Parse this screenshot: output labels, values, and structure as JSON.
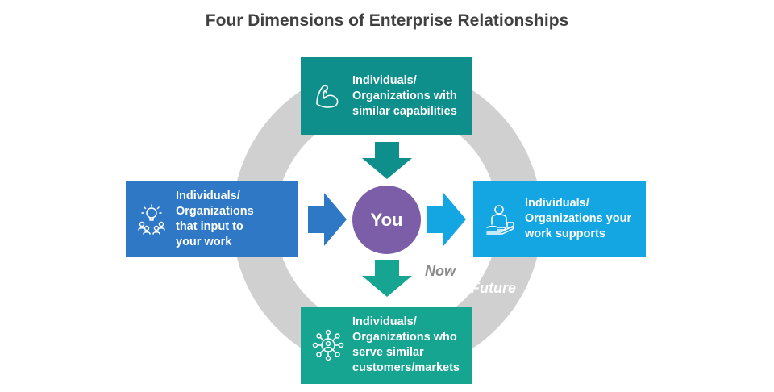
{
  "title": "Four Dimensions of Enterprise Relationships",
  "center": {
    "label": "You"
  },
  "ring_labels": {
    "inner": "Now",
    "outer": "Future"
  },
  "boxes": {
    "top": {
      "label": "Individuals/\nOrganizations with\nsimilar capabilities",
      "icon": "flexed-arm-icon",
      "color": "#0e8f8c"
    },
    "left": {
      "label": "Individuals/\nOrganizations\nthat input to\nyour work",
      "icon": "idea-team-icon",
      "color": "#2e78c5"
    },
    "right": {
      "label": "Individuals/\nOrganizations your\nwork supports",
      "icon": "person-hand-support-icon",
      "color": "#14a6e2"
    },
    "bottom": {
      "label": "Individuals/\nOrganizations who\nserve similar\ncustomers/markets",
      "icon": "network-person-icon",
      "color": "#15a590"
    }
  },
  "colors": {
    "ring": "#d0d0d0",
    "center": "#7b5ea7",
    "arrow_top": "#0e8f8c",
    "arrow_left": "#2e78c5",
    "arrow_right": "#14a6e2",
    "arrow_bottom": "#15a590"
  }
}
